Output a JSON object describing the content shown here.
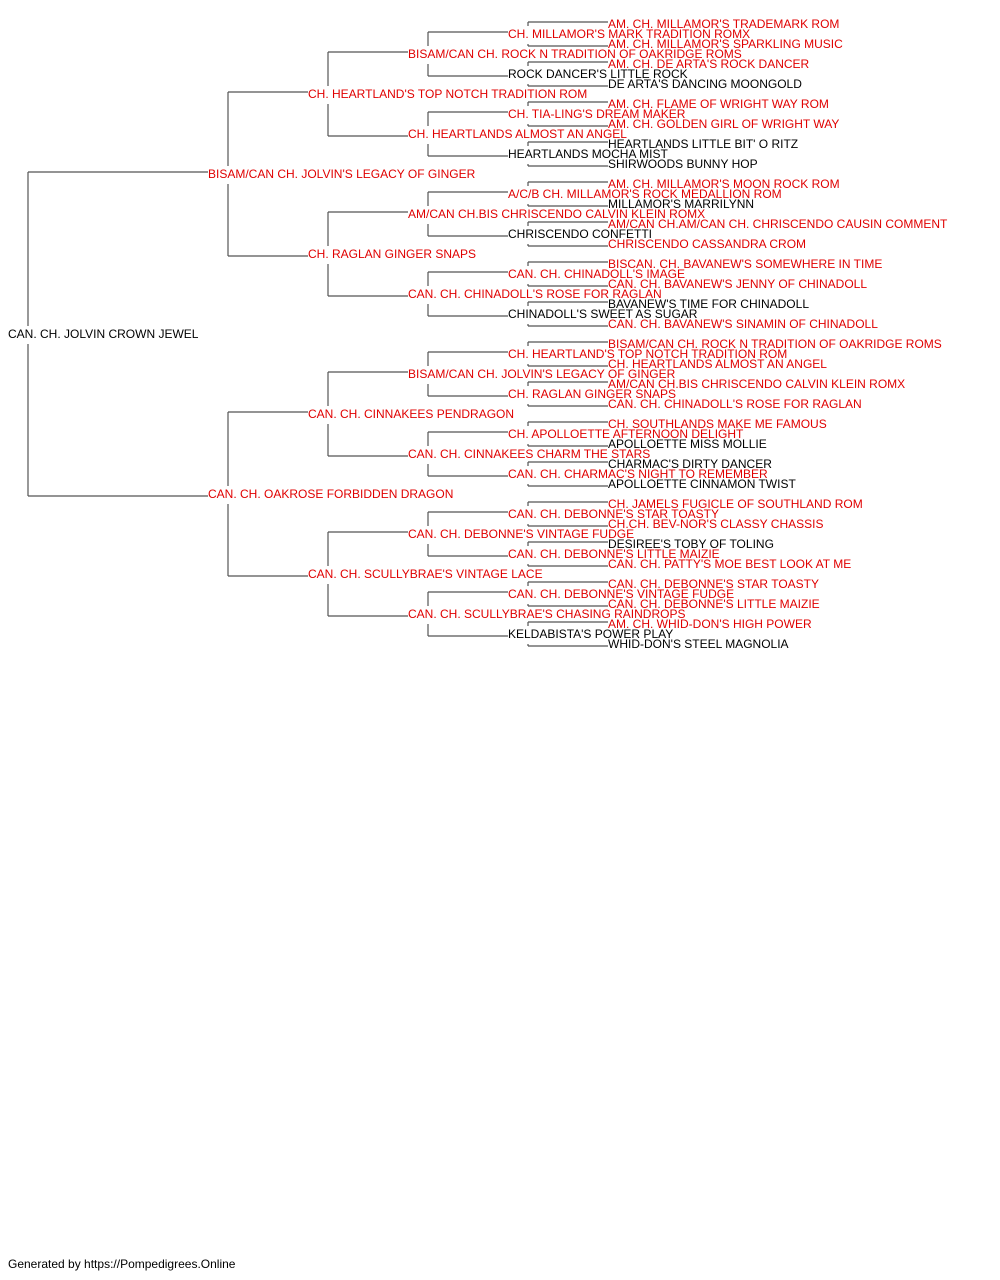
{
  "colors": {
    "champion": "#e00000",
    "regular": "#000000",
    "lines": "#555555"
  },
  "dog": {
    "name": "CAN. CH. JOLVIN CROWN JEWEL",
    "champion": false,
    "sire": {
      "name": "BISAM/CAN CH. JOLVIN'S LEGACY OF GINGER",
      "champion": true,
      "sire": {
        "name": "CH. HEARTLAND'S TOP NOTCH TRADITION ROM",
        "champion": true,
        "sire": {
          "name": "BISAM/CAN CH. ROCK N TRADITION OF OAKRIDGE ROMS",
          "champion": true,
          "sire": {
            "name": "CH. MILLAMOR'S MARK TRADITION ROMX",
            "champion": true,
            "sire": {
              "name": "AM. CH. MILLAMOR'S TRADEMARK ROM",
              "champion": true
            },
            "dam": {
              "name": "AM. CH. MILLAMOR'S SPARKLING MUSIC",
              "champion": true
            }
          },
          "dam": {
            "name": "ROCK DANCER'S LITTLE ROCK",
            "champion": false,
            "sire": {
              "name": "AM. CH. DE ARTA'S ROCK DANCER",
              "champion": true
            },
            "dam": {
              "name": "DE ARTA'S DANCING MOONGOLD",
              "champion": false
            }
          }
        },
        "dam": {
          "name": "CH. HEARTLANDS ALMOST AN ANGEL",
          "champion": true,
          "sire": {
            "name": "CH. TIA-LING'S DREAM MAKER",
            "champion": true,
            "sire": {
              "name": "AM. CH. FLAME OF WRIGHT WAY ROM",
              "champion": true
            },
            "dam": {
              "name": "AM. CH. GOLDEN GIRL OF WRIGHT WAY",
              "champion": true
            }
          },
          "dam": {
            "name": "HEARTLANDS MOCHA MIST",
            "champion": false,
            "sire": {
              "name": "HEARTLANDS LITTLE BIT' O RITZ",
              "champion": false
            },
            "dam": {
              "name": "SHIRWOODS BUNNY HOP",
              "champion": false
            }
          }
        }
      },
      "dam": {
        "name": "CH. RAGLAN GINGER SNAPS",
        "champion": true,
        "sire": {
          "name": "AM/CAN CH.BIS CHRISCENDO CALVIN KLEIN ROMX",
          "champion": true,
          "sire": {
            "name": "A/C/B CH. MILLAMOR'S ROCK MEDALLION ROM",
            "champion": true,
            "sire": {
              "name": "AM. CH. MILLAMOR'S MOON ROCK ROM",
              "champion": true
            },
            "dam": {
              "name": "MILLAMOR'S MARRILYNN",
              "champion": false
            }
          },
          "dam": {
            "name": "CHRISCENDO CONFETTI",
            "champion": false,
            "sire": {
              "name": "AM/CAN CH.AM/CAN CH. CHRISCENDO CAUSIN COMMENT",
              "champion": true
            },
            "dam": {
              "name": "CHRISCENDO CASSANDRA CROM",
              "champion": true
            }
          }
        },
        "dam": {
          "name": "CAN. CH. CHINADOLL'S ROSE FOR RAGLAN",
          "champion": true,
          "sire": {
            "name": "CAN. CH. CHINADOLL'S IMAGE",
            "champion": true,
            "sire": {
              "name": "BISCAN. CH. BAVANEW'S SOMEWHERE IN TIME",
              "champion": true
            },
            "dam": {
              "name": "CAN. CH. BAVANEW'S JENNY OF CHINADOLL",
              "champion": true
            }
          },
          "dam": {
            "name": "CHINADOLL'S SWEET AS SUGAR",
            "champion": false,
            "sire": {
              "name": "BAVANEW'S TIME FOR CHINADOLL",
              "champion": false
            },
            "dam": {
              "name": "CAN. CH. BAVANEW'S SINAMIN OF CHINADOLL",
              "champion": true
            }
          }
        }
      }
    },
    "dam": {
      "name": "CAN. CH. OAKROSE FORBIDDEN DRAGON",
      "champion": true,
      "sire": {
        "name": "CAN. CH. CINNAKEES PENDRAGON",
        "champion": true,
        "sire": {
          "name": "BISAM/CAN CH. JOLVIN'S LEGACY OF GINGER",
          "champion": true,
          "sire": {
            "name": "CH. HEARTLAND'S TOP NOTCH TRADITION ROM",
            "champion": true,
            "sire": {
              "name": "BISAM/CAN CH. ROCK N TRADITION OF OAKRIDGE ROMS",
              "champion": true
            },
            "dam": {
              "name": "CH. HEARTLANDS ALMOST AN ANGEL",
              "champion": true
            }
          },
          "dam": {
            "name": "CH. RAGLAN GINGER SNAPS",
            "champion": true,
            "sire": {
              "name": "AM/CAN CH.BIS CHRISCENDO CALVIN KLEIN ROMX",
              "champion": true
            },
            "dam": {
              "name": "CAN. CH. CHINADOLL'S ROSE FOR RAGLAN",
              "champion": true
            }
          }
        },
        "dam": {
          "name": "CAN. CH. CINNAKEES CHARM THE STARS",
          "champion": true,
          "sire": {
            "name": "CH. APOLLOETTE AFTERNOON DELIGHT",
            "champion": true,
            "sire": {
              "name": "CH. SOUTHLANDS MAKE ME FAMOUS",
              "champion": true
            },
            "dam": {
              "name": "APOLLOETTE MISS MOLLIE",
              "champion": false
            }
          },
          "dam": {
            "name": "CAN. CH. CHARMAC'S NIGHT TO REMEMBER",
            "champion": true,
            "sire": {
              "name": "CHARMAC'S DIRTY DANCER",
              "champion": false
            },
            "dam": {
              "name": "APOLLOETTE CINNAMON TWIST",
              "champion": false
            }
          }
        }
      },
      "dam": {
        "name": "CAN. CH. SCULLYBRAE'S VINTAGE LACE",
        "champion": true,
        "sire": {
          "name": "CAN. CH. DEBONNE'S VINTAGE FUDGE",
          "champion": true,
          "sire": {
            "name": "CAN. CH. DEBONNE'S STAR TOASTY",
            "champion": true,
            "sire": {
              "name": "CH. JAMELS FUGICLE OF SOUTHLAND ROM",
              "champion": true
            },
            "dam": {
              "name": "CH.CH. BEV-NOR'S CLASSY CHASSIS",
              "champion": true
            }
          },
          "dam": {
            "name": "CAN. CH. DEBONNE'S LITTLE MAIZIE",
            "champion": true,
            "sire": {
              "name": "DESIREE'S TOBY OF TOLING",
              "champion": false
            },
            "dam": {
              "name": "CAN. CH. PATTY'S MOE BEST LOOK AT ME",
              "champion": true
            }
          }
        },
        "dam": {
          "name": "CAN. CH. SCULLYBRAE'S CHASING RAINDROPS",
          "champion": true,
          "sire": {
            "name": "CAN. CH. DEBONNE'S VINTAGE FUDGE",
            "champion": true,
            "sire": {
              "name": "CAN. CH. DEBONNE'S STAR TOASTY",
              "champion": true
            },
            "dam": {
              "name": "CAN. CH. DEBONNE'S LITTLE MAIZIE",
              "champion": true
            }
          },
          "dam": {
            "name": "KELDABISTA'S POWER PLAY",
            "champion": false,
            "sire": {
              "name": "AM. CH. WHID-DON'S HIGH POWER",
              "champion": true
            },
            "dam": {
              "name": "WHID-DON'S STEEL MAGNOLIA",
              "champion": false
            }
          }
        }
      }
    }
  },
  "footer": "Generated by https://Pompedigrees.Online"
}
